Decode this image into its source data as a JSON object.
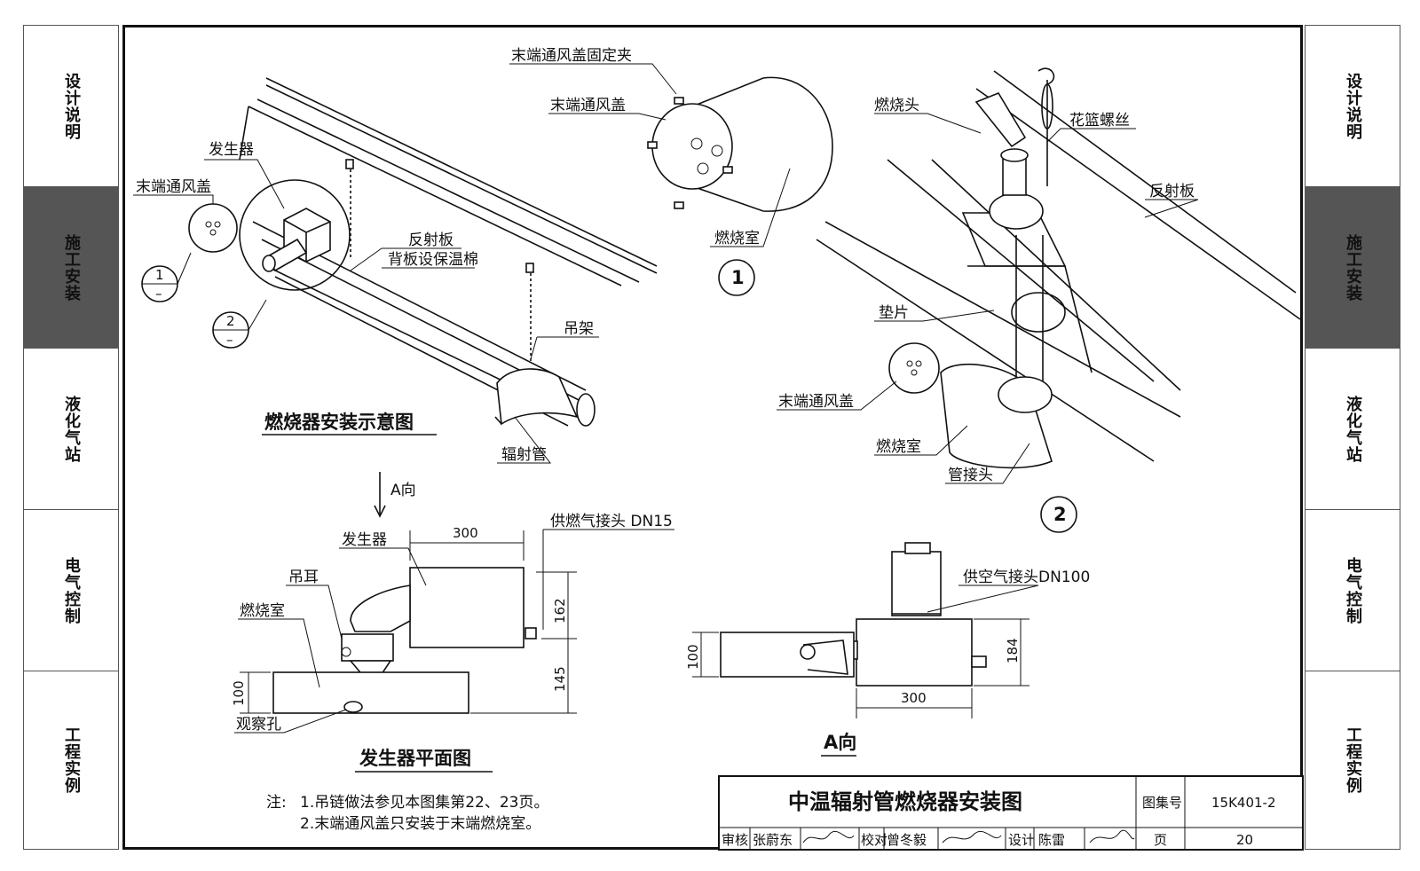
{
  "sidebar": {
    "items": [
      {
        "label": "设计说明",
        "active": false
      },
      {
        "label": "施工安装",
        "active": true
      },
      {
        "label": "液化气站",
        "active": false
      },
      {
        "label": "电气控制",
        "active": false
      },
      {
        "label": "工程实例",
        "active": false
      }
    ]
  },
  "diagram1": {
    "title": "燃烧器安装示意图",
    "labels": {
      "generator": "发生器",
      "end_cap": "末端通风盖",
      "reflector": "反射板",
      "insulation": "背板设保温棉",
      "hanger": "吊架",
      "radiant_tube": "辐射管",
      "ref1_num": "1",
      "ref1_den": "–",
      "ref2_num": "2",
      "ref2_den": "–"
    }
  },
  "detail1": {
    "number": "1",
    "labels": {
      "clip": "末端通风盖固定夹",
      "end_cap": "末端通风盖",
      "chamber": "燃烧室"
    }
  },
  "detail2": {
    "number": "2",
    "labels": {
      "burner_head": "燃烧头",
      "turnbuckle": "花篮螺丝",
      "reflector": "反射板",
      "gasket": "垫片",
      "end_cap": "末端通风盖",
      "chamber": "燃烧室",
      "pipe_joint": "管接头"
    }
  },
  "plan": {
    "title": "发生器平面图",
    "direction": "A向",
    "labels": {
      "generator": "发生器",
      "gas_joint": "供燃气接头 DN15",
      "lug": "吊耳",
      "chamber": "燃烧室",
      "sight_hole": "观察孔"
    },
    "dims": {
      "w300": "300",
      "h162": "162",
      "h145": "145",
      "h100": "100"
    }
  },
  "aview": {
    "title": "A向",
    "labels": {
      "air_joint": "供空气接头DN100"
    },
    "dims": {
      "h100": "100",
      "h184": "184",
      "w300": "300"
    }
  },
  "notes": {
    "prefix": "注:",
    "line1": "1.吊链做法参见本图集第22、23页。",
    "line2": "2.末端通风盖只安装于末端燃烧室。"
  },
  "titleblock": {
    "title": "中温辐射管燃烧器安装图",
    "atlas_label": "图集号",
    "atlas_no": "15K401-2",
    "review_label": "审核",
    "reviewer": "张蔚东",
    "check_label": "校对",
    "checker": "曾冬毅",
    "design_label": "设计",
    "designer": "陈雷",
    "page_label": "页",
    "page_no": "20"
  }
}
